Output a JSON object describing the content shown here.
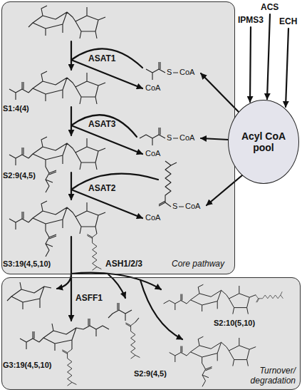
{
  "diagram": {
    "nodes": [
      {
        "text": [
          "Core pathway"
        ]
      },
      {
        "text": [
          "Turnover/ degradation"
        ]
      },
      {
        "text": [
          "Acyl CoA pool"
        ]
      }
    ],
    "labels": [
      "IPMS3",
      "ACS",
      "ECH",
      "S",
      "CoA",
      "ASAT1",
      "CoA",
      "S1:4(4)",
      "ASAT3",
      "S",
      "CoA",
      "CoA",
      "S2:9(4,5)",
      "ASAT2",
      "S",
      "CoA",
      "CoA",
      "S3:19(4,5,10)",
      "ASFF1",
      "ASH1/2/3",
      "G3:19(4,5,10)",
      "S2:10(5,10)",
      "S2:9(4,5)"
    ]
  }
}
